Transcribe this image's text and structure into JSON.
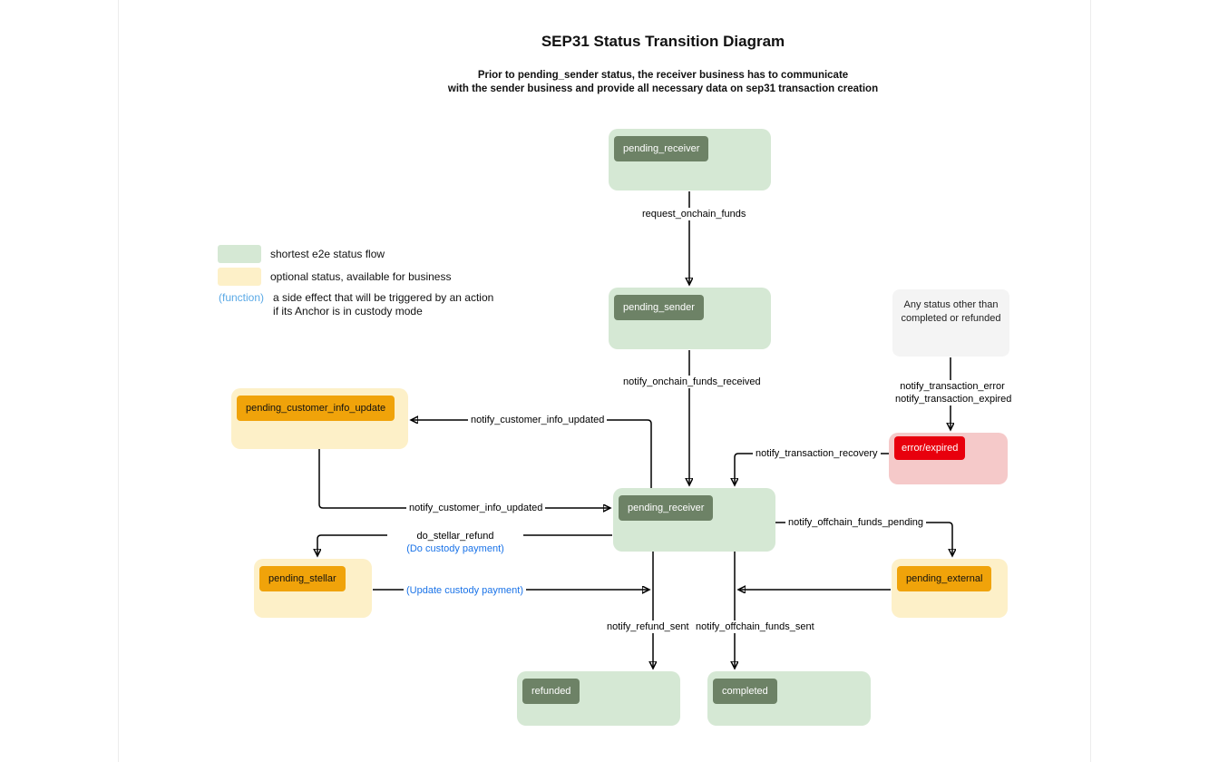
{
  "title": "SEP31 Status Transition Diagram",
  "subtitle": {
    "line1": "Prior to pending_sender status, the receiver business has to communicate",
    "line2": "with the sender business and provide all necessary data on sep31 transaction creation"
  },
  "legend": {
    "shortest_flow": "shortest e2e status flow",
    "optional_status": "optional status, available for business",
    "function_token": "(function)",
    "function_desc_line1": "a side effect that will be triggered by an action",
    "function_desc_line2": "if its Anchor is in custody mode"
  },
  "nodes": {
    "pending_receiver_top": {
      "label": "pending_receiver"
    },
    "pending_sender": {
      "label": "pending_sender"
    },
    "pending_receiver_mid": {
      "label": "pending_receiver"
    },
    "any_status": {
      "line1": "Any status other than",
      "line2": "completed or refunded"
    },
    "error_expired": {
      "label": "error/expired"
    },
    "pending_customer_info_update": {
      "label": "pending_customer_info_update"
    },
    "pending_stellar": {
      "label": "pending_stellar"
    },
    "pending_external": {
      "label": "pending_external"
    },
    "refunded": {
      "label": "refunded"
    },
    "completed": {
      "label": "completed"
    }
  },
  "edges": {
    "request_onchain_funds": "request_onchain_funds",
    "notify_onchain_funds_received": "notify_onchain_funds_received",
    "notify_transaction_error": "notify_transaction_error",
    "notify_transaction_expired": "notify_transaction_expired",
    "notify_transaction_recovery": "notify_transaction_recovery",
    "notify_customer_info_updated_up": "notify_customer_info_updated",
    "notify_customer_info_updated_down": "notify_customer_info_updated",
    "do_stellar_refund": "do_stellar_refund",
    "do_custody_payment": "(Do custody payment)",
    "update_custody_payment": "(Update custody payment)",
    "notify_offchain_funds_pending": "notify_offchain_funds_pending",
    "notify_refund_sent": "notify_refund_sent",
    "notify_offchain_funds_sent": "notify_offchain_funds_sent"
  },
  "colors": {
    "green_node": "#d5e8d4",
    "green_tag": "#6d8266",
    "yellow_node": "#fdf0c8",
    "orange_tag": "#f0a30a",
    "red_node": "#f5c9c9",
    "red_tag": "#e8000d",
    "gray_node": "#f4f4f4",
    "blue_action": "#1a73e8",
    "blue_function": "#5aa9e6",
    "edge_stroke": "#000000"
  }
}
